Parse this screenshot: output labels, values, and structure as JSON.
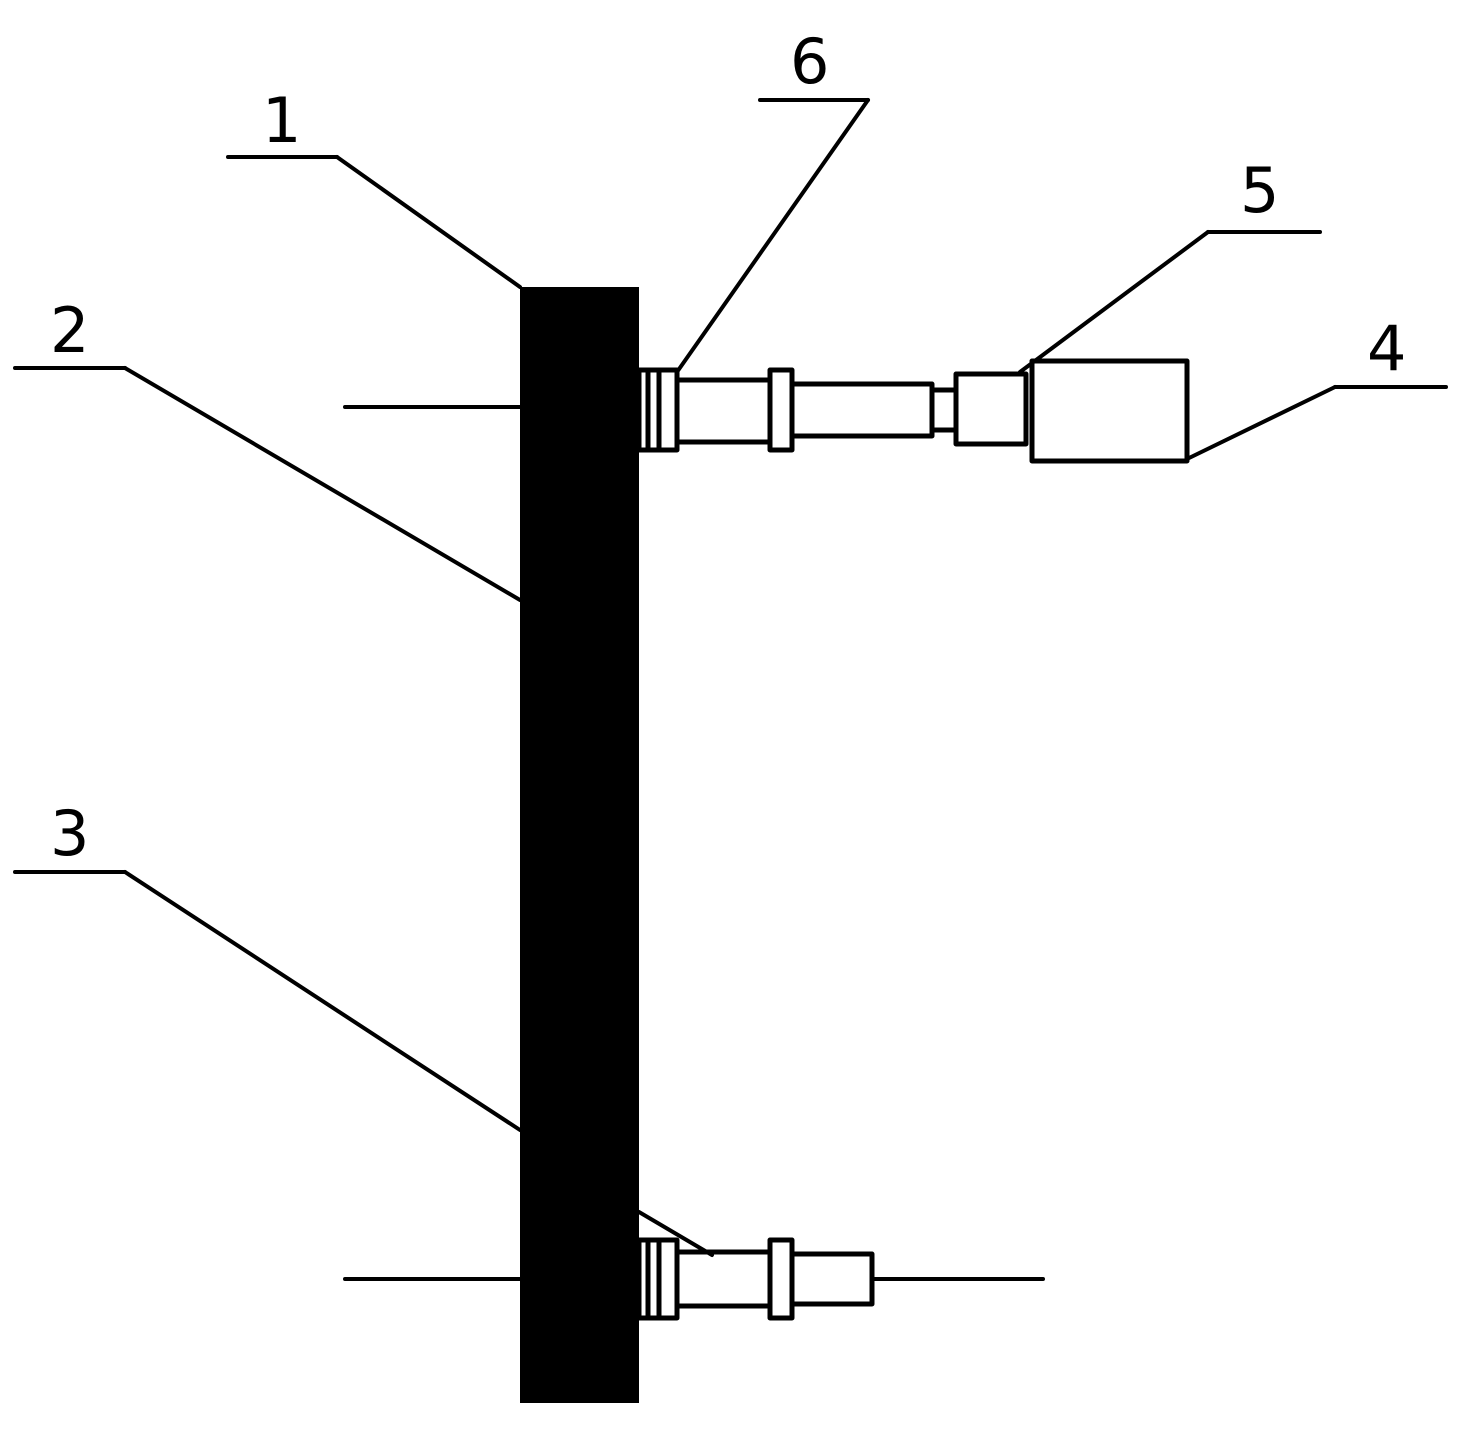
{
  "labels": {
    "part_1": "1",
    "part_2": "2",
    "part_3": "3",
    "part_4": "4",
    "part_5": "5",
    "part_6": "6"
  },
  "colors": {
    "ink": "#000000",
    "background": "#ffffff"
  }
}
